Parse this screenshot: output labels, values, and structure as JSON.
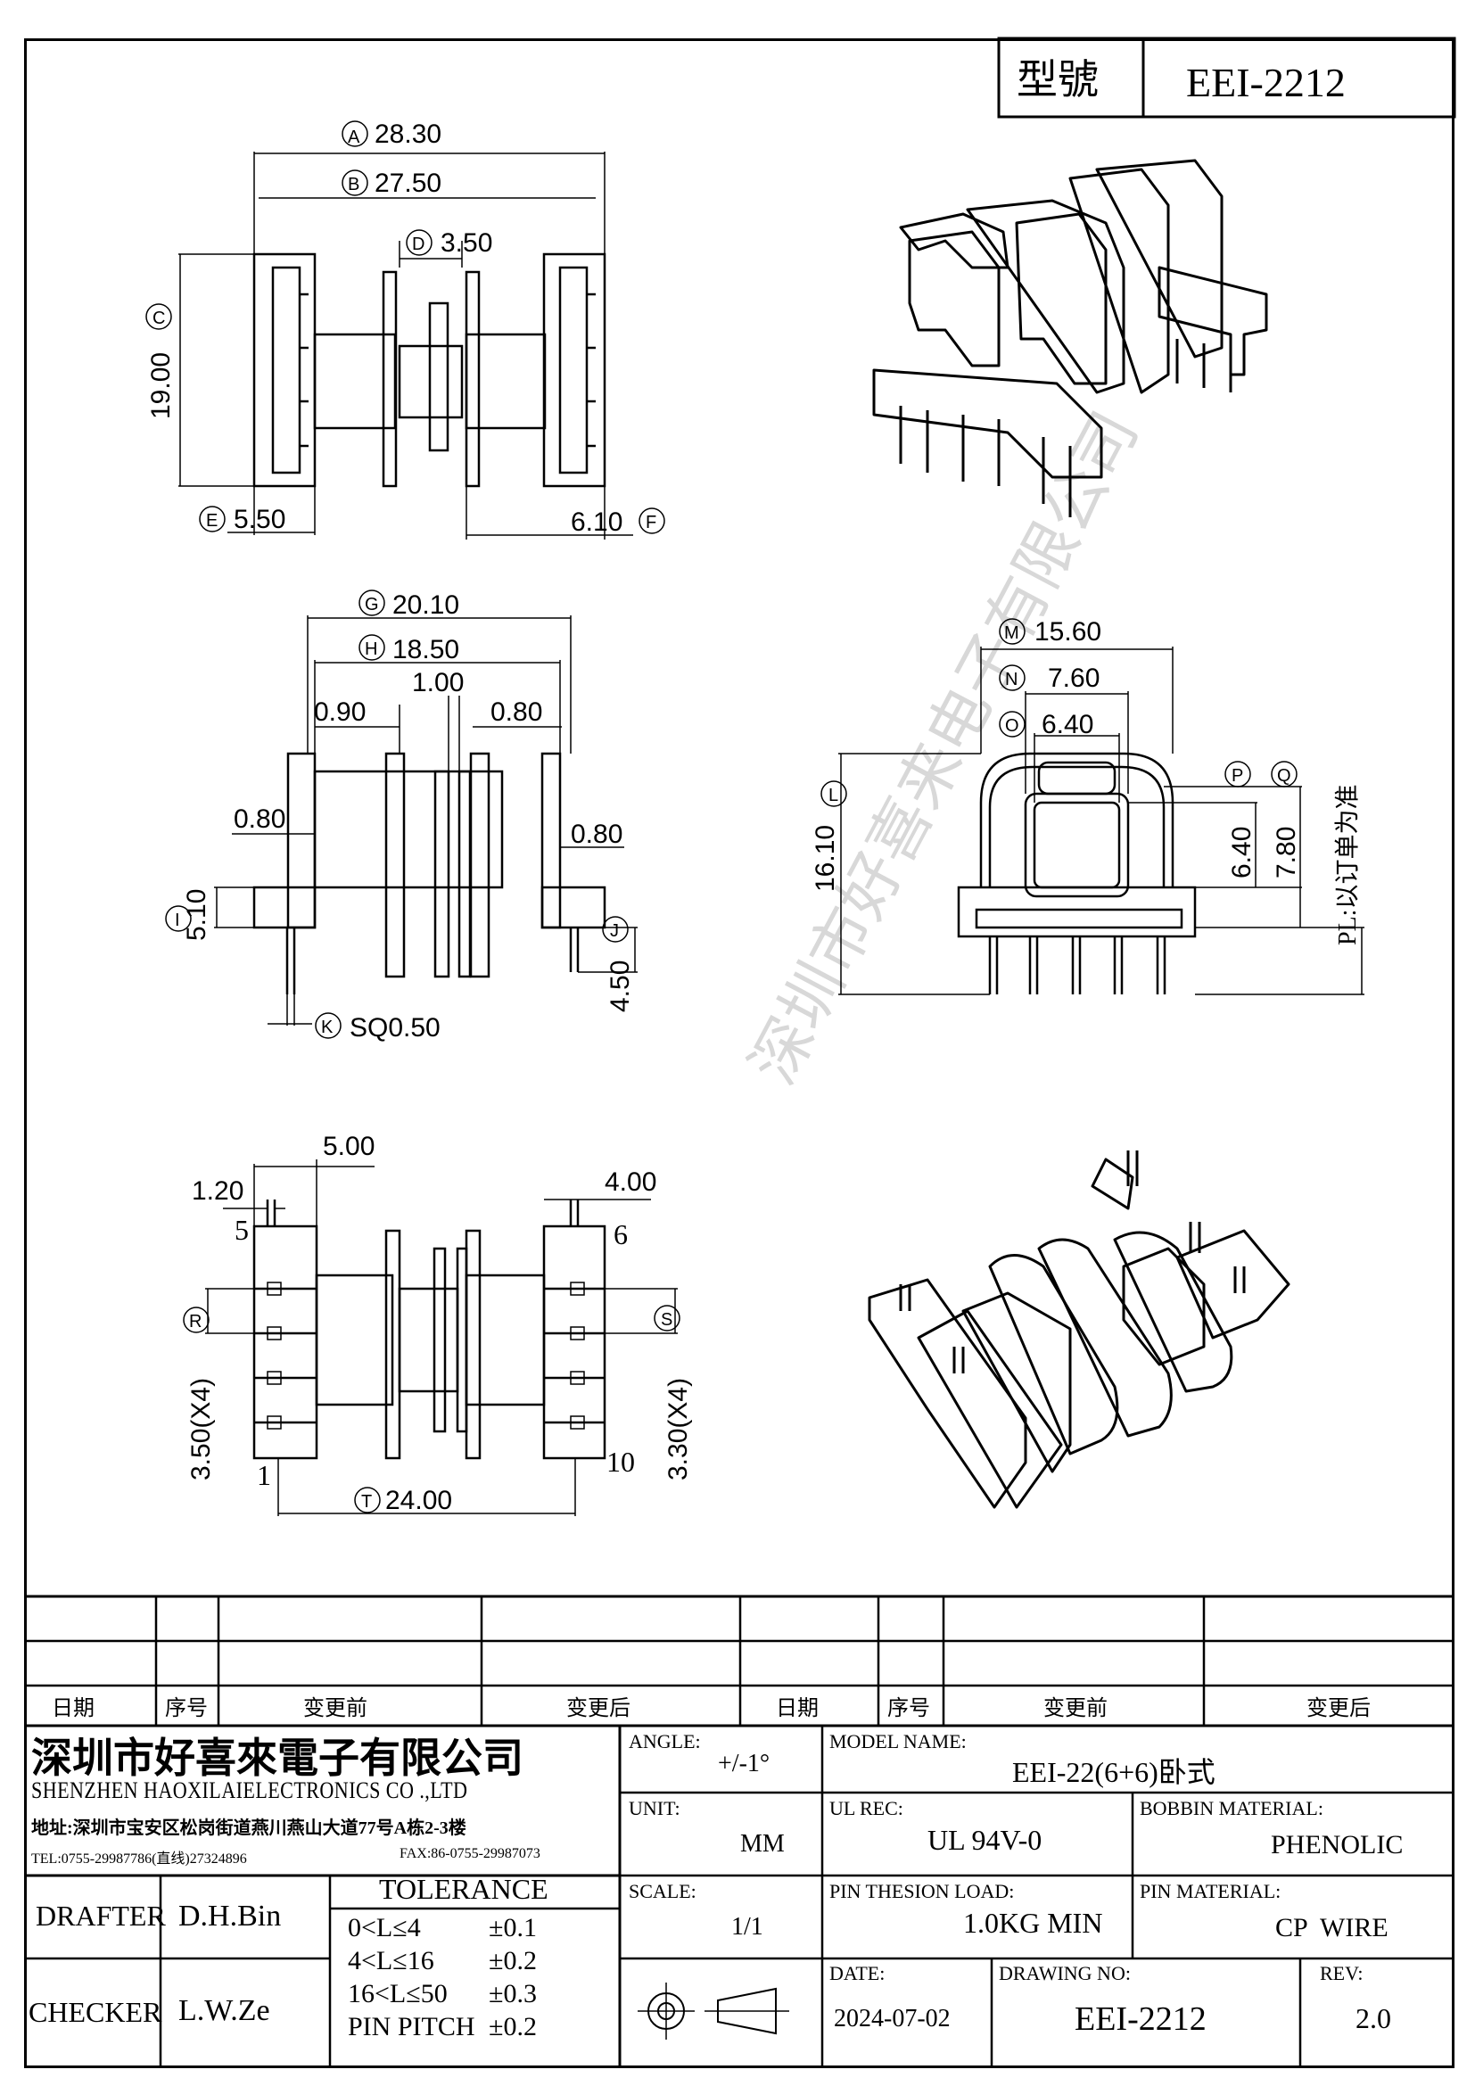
{
  "title_block": {
    "model_label": "型號",
    "model_value": "EEI-2212"
  },
  "dimensions": {
    "top_view": {
      "A": "28.30",
      "B": "27.50",
      "C": "19.00",
      "D": "3.50",
      "E": "5.50",
      "F": "6.10"
    },
    "front_view": {
      "G": "20.10",
      "H": "18.50",
      "left_gap": "0.90",
      "center_gap": "1.00",
      "right_gap": "0.80",
      "left_flange": "0.80",
      "right_flange": "0.80",
      "I": "5.10",
      "J": "4.50",
      "K": "SQ0.50"
    },
    "side_view": {
      "M": "15.60",
      "N": "7.60",
      "O": "6.40",
      "L": "16.10",
      "P": "6.40",
      "Q": "7.80"
    },
    "bottom_view": {
      "width_top": "5.00",
      "left_small": "1.20",
      "right_top": "4.00",
      "R": "3.50(X4)",
      "S": "3.30(X4)",
      "T": "24.00",
      "pin_5": "5",
      "pin_6": "6",
      "pin_1": "1",
      "pin_10": "10"
    },
    "letters": [
      "A",
      "B",
      "C",
      "D",
      "E",
      "F",
      "G",
      "H",
      "I",
      "J",
      "K",
      "L",
      "M",
      "N",
      "O",
      "P",
      "Q",
      "R",
      "S",
      "T"
    ],
    "pl_note": "PL:以订单为准"
  },
  "watermark": "深圳市好喜来电子有限公司",
  "revision_table": {
    "headers": [
      "日期",
      "序号",
      "变更前",
      "变更后",
      "日期",
      "序号",
      "变更前",
      "变更后"
    ]
  },
  "company": {
    "name_cn": "深圳市好喜來電子有限公司",
    "name_en": "SHENZHEN HAOXILAIELECTRONICS CO .,LTD",
    "address": "地址:深圳市宝安区松岗街道燕川燕山大道77号A栋2-3楼",
    "tel": "TEL:0755-29987786(直线)27324896",
    "fax": "FAX:86-0755-29987073"
  },
  "info": {
    "angle_label": "ANGLE:",
    "angle_value": "+/-1°",
    "model_name_label": "MODEL NAME:",
    "model_name_value": "EEI-22(6+6)卧式",
    "unit_label": "UNIT:",
    "unit_value": "MM",
    "ul_rec_label": "UL REC:",
    "ul_rec_value": "UL 94V-0",
    "bobbin_material_label": "BOBBIN MATERIAL:",
    "bobbin_material_value": "PHENOLIC",
    "scale_label": "SCALE:",
    "scale_value": "1/1",
    "pin_load_label": "PIN THESION LOAD:",
    "pin_load_value": "1.0KG MIN",
    "pin_material_label": "PIN MATERIAL:",
    "pin_material_value": "CP  WIRE",
    "date_label": "DATE:",
    "date_value": "2024-07-02",
    "drawing_no_label": "DRAWING NO:",
    "drawing_no_value": "EEI-2212",
    "rev_label": "REV:",
    "rev_value": "2.0"
  },
  "people": {
    "drafter_label": "DRAFTER",
    "drafter_value": "D.H.Bin",
    "checker_label": "CHECKER",
    "checker_value": "L.W.Ze"
  },
  "tolerance": {
    "title": "TOLERANCE",
    "rows": [
      {
        "range": "0<L≤4",
        "value": "±0.1"
      },
      {
        "range": "4<L≤16",
        "value": "±0.2"
      },
      {
        "range": "16<L≤50",
        "value": "±0.3"
      },
      {
        "range": "PIN PITCH",
        "value": "±0.2"
      }
    ]
  }
}
